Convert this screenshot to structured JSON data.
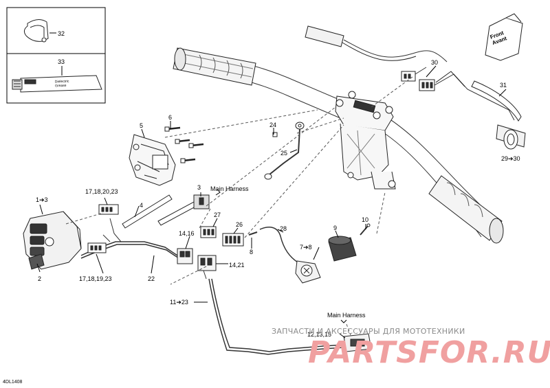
{
  "labels": {
    "p32": "32",
    "p33": "33",
    "p30": "30",
    "p31": "31",
    "p29_30": "29➔30",
    "p5": "5",
    "p6": "6",
    "p24": "24",
    "p25": "25",
    "p3": "3",
    "main_harness_1": "Main Harness",
    "p17_18_20_23": "17,18,20,23",
    "p4": "4",
    "p1_3": "1➔3",
    "p2": "2",
    "p17_18_19_23": "17,18,19,23",
    "p22": "22",
    "p27": "27",
    "p26": "26",
    "p28": "28",
    "p14_16": "14,16",
    "p14_21": "14,21",
    "p8": "8",
    "p9": "9",
    "p10": "10",
    "p7_8": "7➔8",
    "p11_23": "11➔23",
    "main_harness_2": "Main Harness",
    "p12_13_15": "12,13,15"
  },
  "front_sign": {
    "line1": "Front",
    "line2": "Avant"
  },
  "tube_label": {
    "line1": "Dielectric",
    "line2": "Grease"
  },
  "watermark": {
    "top": "ЗАПЧАСТИ И АКСЕССУАРЫ ДЛЯ МОТОТЕХНИКИ",
    "brand": "PARTSFOR.RU"
  },
  "drawing_code": "4DL1408"
}
